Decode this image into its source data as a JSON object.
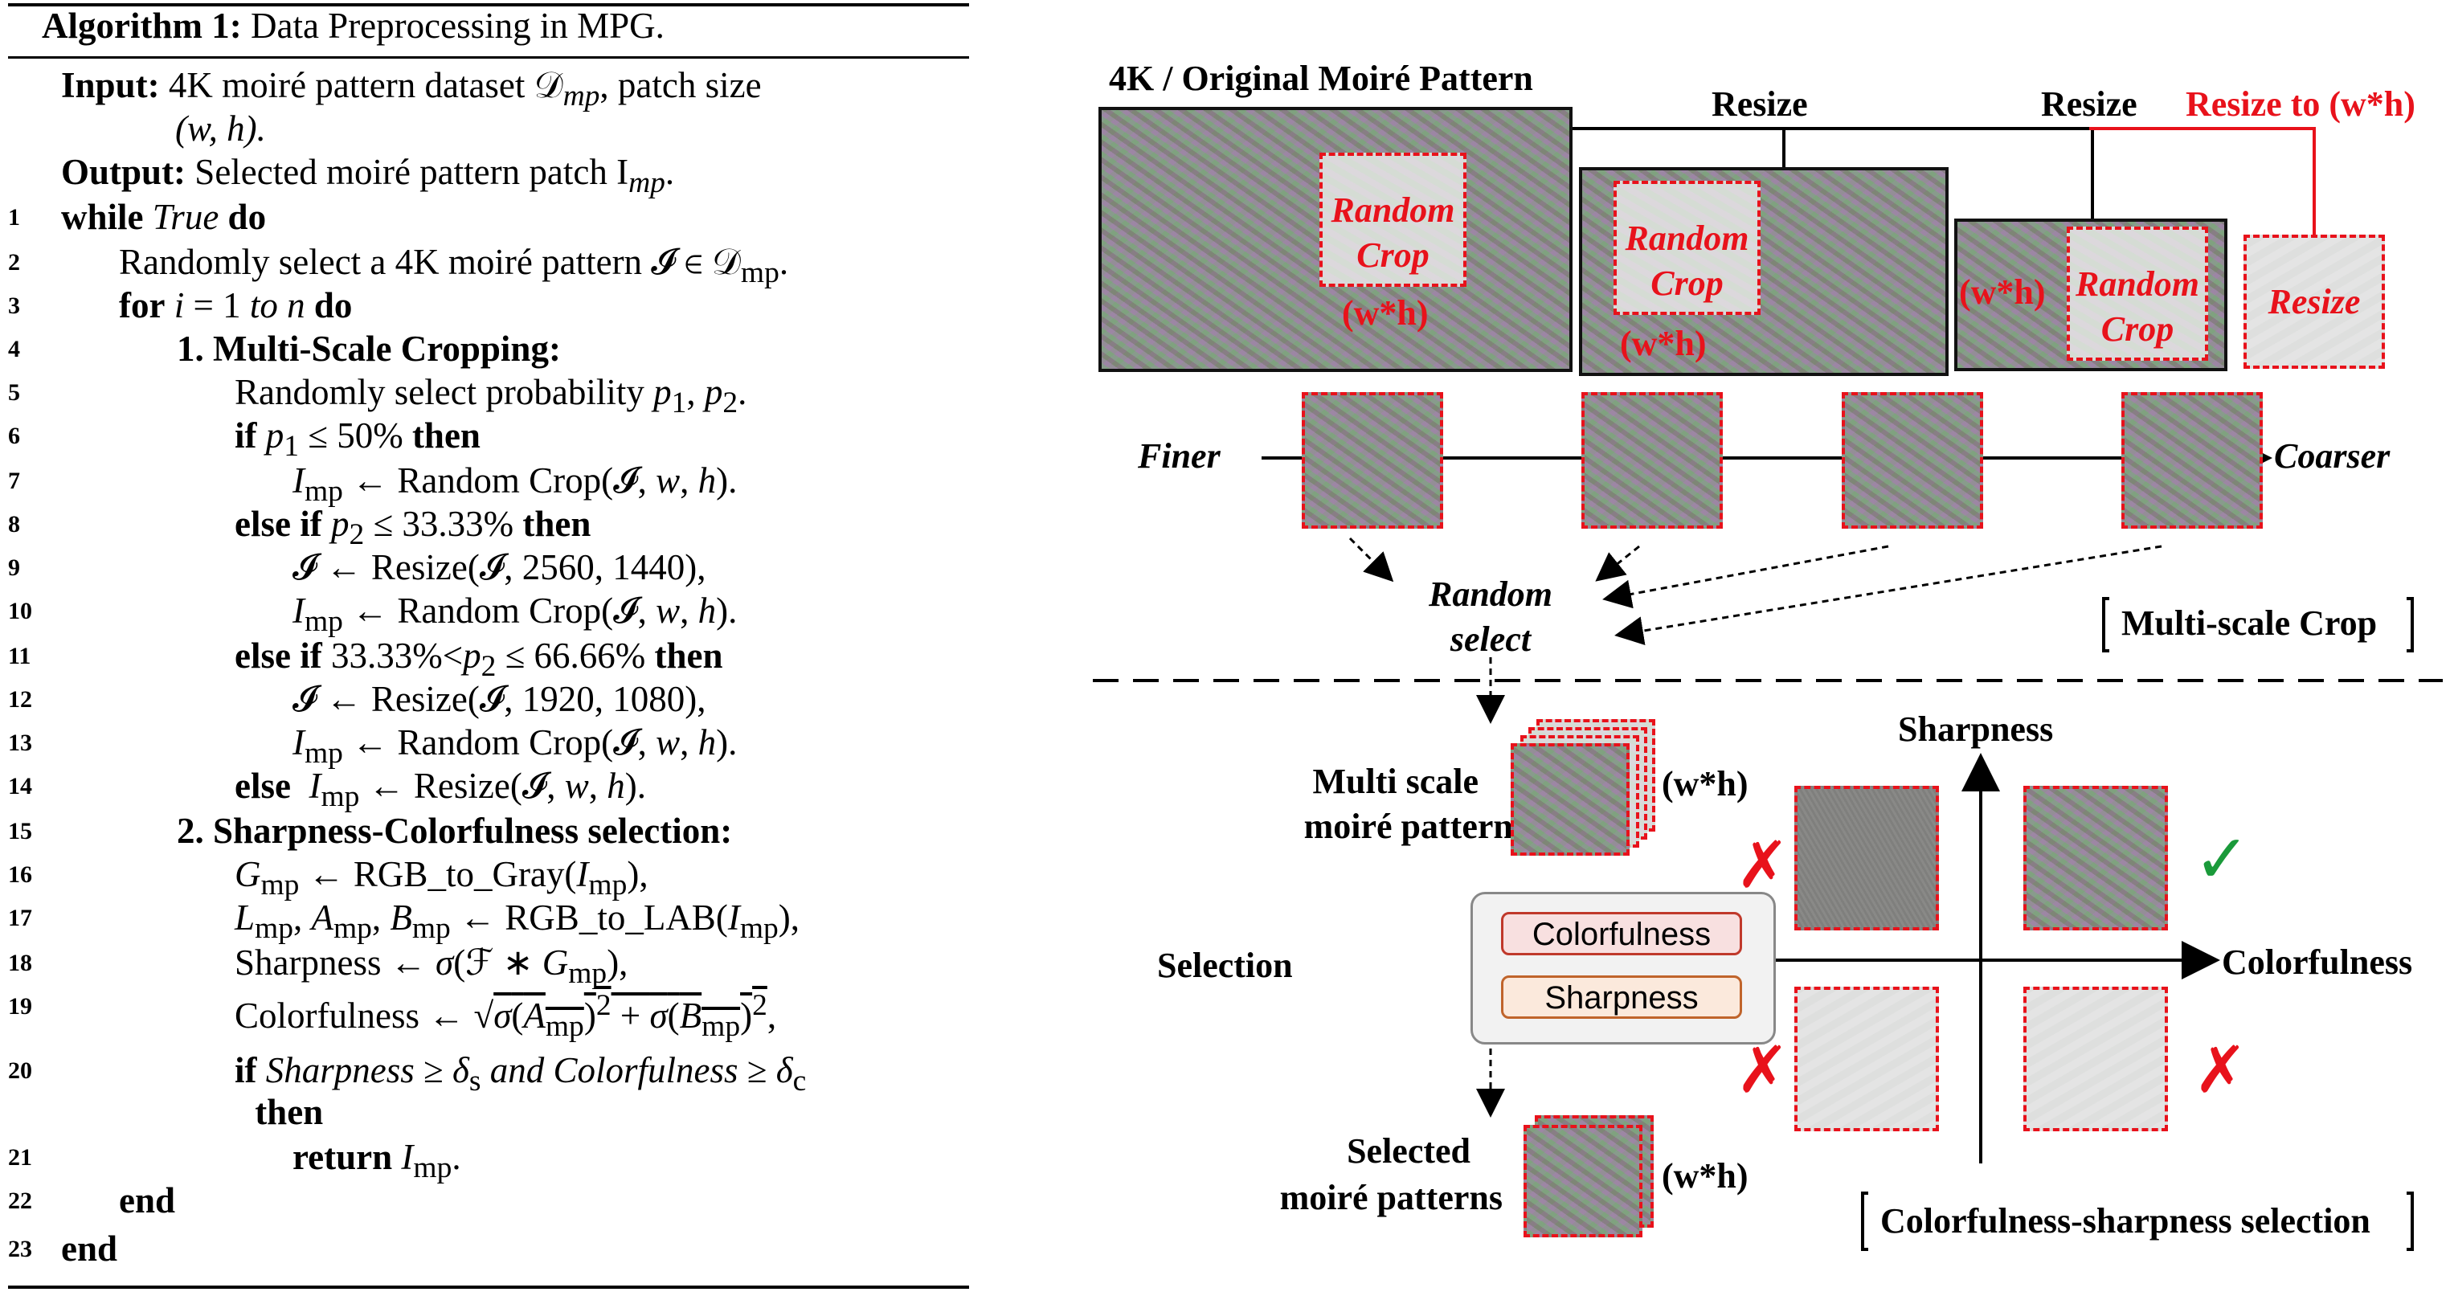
{
  "algorithm": {
    "title_bold": "Algorithm 1:",
    "title_rest": "Data Preprocessing in MPG.",
    "input_label": "Input:",
    "input_text": "4K moiré pattern dataset 𝒟",
    "input_sub": "mp",
    "input_text2": ", patch size",
    "input_wh": "(w, h).",
    "output_label": "Output:",
    "output_text": "Selected moiré pattern patch I",
    "output_sub": "mp",
    "lines": [
      {
        "num": "1",
        "indent": 0,
        "html": "<span class='b'>while</span> <span class='i'>True</span> <span class='b'>do</span>"
      },
      {
        "num": "2",
        "indent": 1,
        "html": "Randomly select a 4K moiré pattern 𝓘 ∈ 𝒟<sub>mp</sub>."
      },
      {
        "num": "3",
        "indent": 1,
        "html": "<span class='b'>for</span> <span class='i'>i</span> = 1 <span class='i'>to n</span> <span class='b'>do</span>"
      },
      {
        "num": "4",
        "indent": 2,
        "html": "<span class='b'>1. Multi-Scale Cropping:</span>"
      },
      {
        "num": "5",
        "indent": 3,
        "html": "Randomly select probability <span class='i'>p</span><sub>1</sub>, <span class='i'>p</span><sub>2</sub>."
      },
      {
        "num": "6",
        "indent": 3,
        "html": "<span class='b'>if</span> <span class='i'>p</span><sub>1</sub> ≤ 50% <span class='b'>then</span>"
      },
      {
        "num": "7",
        "indent": 4,
        "html": "<span class='i'>I</span><sub>mp</sub> ← Random Crop(𝓘, <span class='i'>w</span>, <span class='i'>h</span>)."
      },
      {
        "num": "8",
        "indent": 3,
        "html": "<span class='b'>else if</span> <span class='i'>p</span><sub>2</sub> ≤ 33.33% <span class='b'>then</span>"
      },
      {
        "num": "9",
        "indent": 4,
        "html": "𝓘 ← Resize(𝓘, 2560, 1440),"
      },
      {
        "num": "10",
        "indent": 4,
        "html": "<span class='i'>I</span><sub>mp</sub> ← Random Crop(𝓘, <span class='i'>w</span>, <span class='i'>h</span>)."
      },
      {
        "num": "11",
        "indent": 3,
        "html": "<span class='b'>else if</span> 33.33%&lt;<span class='i'>p</span><sub>2</sub> ≤ 66.66% <span class='b'>then</span>"
      },
      {
        "num": "12",
        "indent": 4,
        "html": "𝓘 ← Resize(𝓘, 1920, 1080),"
      },
      {
        "num": "13",
        "indent": 4,
        "html": "<span class='i'>I</span><sub>mp</sub> ← Random Crop(𝓘, <span class='i'>w</span>, <span class='i'>h</span>)."
      },
      {
        "num": "14",
        "indent": 3,
        "html": "<span class='b'>else</span>&nbsp; <span class='i'>I</span><sub>mp</sub> ← Resize(𝓘, <span class='i'>w</span>, <span class='i'>h</span>)."
      },
      {
        "num": "15",
        "indent": 2,
        "html": "<span class='b'>2. Sharpness-Colorfulness selection:</span>"
      },
      {
        "num": "16",
        "indent": 3,
        "html": "<span class='i'>G</span><sub>mp</sub> ← RGB_to_Gray(<span class='i'>I</span><sub>mp</sub>),"
      },
      {
        "num": "17",
        "indent": 3,
        "html": "<span class='i'>L</span><sub>mp</sub>, <span class='i'>A</span><sub>mp</sub>, <span class='i'>B</span><sub>mp</sub> ← RGB_to_LAB(<span class='i'>I</span><sub>mp</sub>),"
      },
      {
        "num": "18",
        "indent": 3,
        "html": "Sharpness ← <span class='i'>σ</span>(ℱ ∗ <span class='i'>G</span><sub>mp</sub>),"
      },
      {
        "num": "19",
        "indent": 3,
        "html": "Colorfulness ← √<span style='text-decoration:overline'><span class='i'>σ</span>(<span class='i'>A</span><sub>mp</sub>)<sup>2</sup> + <span class='i'>σ</span>(<span class='i'>B</span><sub>mp</sub>)<sup>2</sup></span>,"
      },
      {
        "num": "20",
        "indent": 3,
        "html": "<span class='b'>if</span> <span class='i'>Sharpness</span> ≥ <span class='i'>δ</span><sub>s</sub> <span class='i'>and Colorfulness</span> ≥ <span class='i'>δ</span><sub>c</sub>"
      },
      {
        "num": "",
        "indent": 3.35,
        "html": "<span class='b'>then</span>"
      },
      {
        "num": "21",
        "indent": 4,
        "html": "<span class='b'>return</span> <span class='i'>I</span><sub>mp</sub>."
      },
      {
        "num": "22",
        "indent": 1,
        "html": "<span class='b'>end</span>"
      },
      {
        "num": "23",
        "indent": 0,
        "html": "<span class='b'>end</span>"
      }
    ]
  },
  "diagram": {
    "top_title": "4K / Original Moiré Pattern",
    "resize1": "Resize",
    "resize2": "Resize",
    "resize3": "Resize to (w*h)",
    "random_crop": "Random Crop",
    "random_crop_a": "Random",
    "random_crop_b": "Crop",
    "wh": "(w*h)",
    "resize_box": "Resize",
    "finer": "Finer",
    "coarser": "Coarser",
    "random_select_a": "Random",
    "random_select_b": "select",
    "multiscale_crop": "Multi-scale Crop",
    "multi_scale_a": "Multi scale",
    "multi_scale_b": "moiré patterns",
    "selection": "Selection",
    "colorfulness_pill": "Colorfulness",
    "sharpness_pill": "Sharpness",
    "selected_a": "Selected",
    "selected_b": "moiré patterns",
    "axis_sharpness": "Sharpness",
    "axis_colorfulness": "Colorfulness",
    "cs_selection": "Colorfulness-sharpness selection",
    "cross": "✗",
    "check": "✓",
    "colors": {
      "red": "#e8121b",
      "green": "#1a9a3a",
      "pill_red": "#f8e0e0",
      "pill_orange": "#fbe9dc"
    }
  }
}
